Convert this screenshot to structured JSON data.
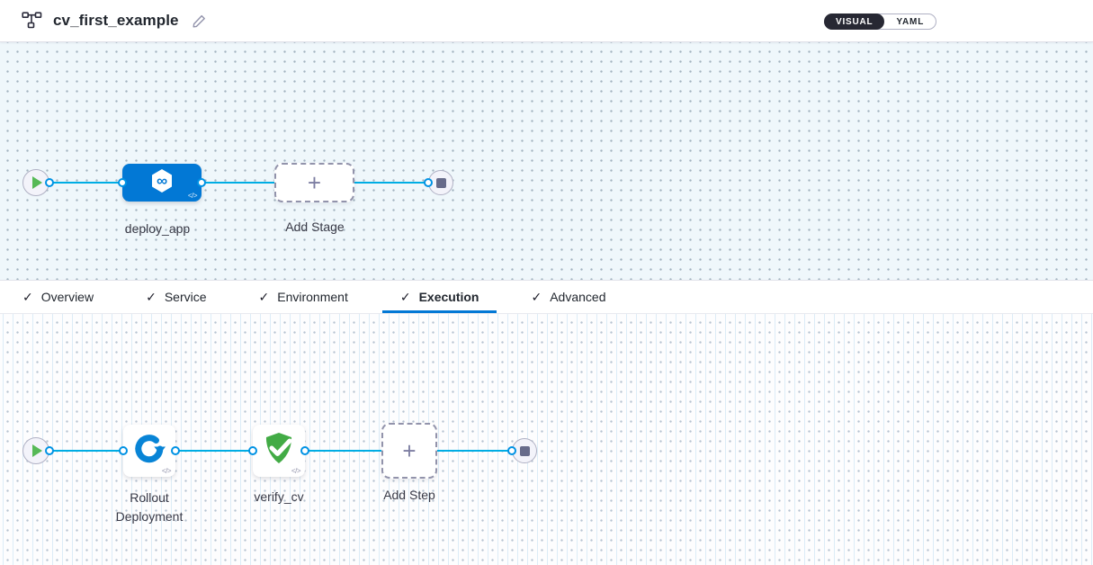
{
  "header": {
    "title": "cv_first_example",
    "icons": {
      "pipeline": "pipeline-flowchart-icon",
      "edit": "pencil-icon"
    },
    "mode_toggle": {
      "options": [
        "VISUAL",
        "YAML"
      ],
      "selected": "VISUAL"
    }
  },
  "tabs": [
    {
      "label": "Overview",
      "checked": true,
      "active": false
    },
    {
      "label": "Service",
      "checked": true,
      "active": false
    },
    {
      "label": "Environment",
      "checked": true,
      "active": false
    },
    {
      "label": "Execution",
      "checked": true,
      "active": true
    },
    {
      "label": "Advanced",
      "checked": true,
      "active": false
    }
  ],
  "stage_pipeline": {
    "nodes": [
      {
        "type": "start",
        "icon": "play-icon"
      },
      {
        "type": "stage",
        "label": "deploy_app",
        "icon": "cd-hexagon-infinity-icon",
        "has_code_badge": true
      },
      {
        "type": "add-stage",
        "label": "Add Stage",
        "icon": "plus-icon"
      },
      {
        "type": "end",
        "icon": "stop-icon"
      }
    ]
  },
  "execution_pipeline": {
    "nodes": [
      {
        "type": "start",
        "icon": "play-icon"
      },
      {
        "type": "step",
        "label": "Rollout Deployment",
        "icon": "rollout-arrow-icon",
        "has_code_badge": true
      },
      {
        "type": "step",
        "label": "verify_cv",
        "icon": "shield-check-icon",
        "has_code_badge": true
      },
      {
        "type": "add-step",
        "label": "Add Step",
        "icon": "plus-icon"
      },
      {
        "type": "end",
        "icon": "stop-icon"
      }
    ]
  },
  "glyphs": {
    "plus": "+",
    "check": "✓",
    "code": "</>",
    "infinity": "∞"
  },
  "colors": {
    "stage_blue": "#0278d5",
    "edge_blue": "#00ade4",
    "connector_blue": "#0092e4",
    "success_green": "#42ab45",
    "play_green": "#56b956",
    "toggle_dark": "#272833",
    "tab_underline": "#0278d5",
    "canvas_top_bg": "#eff7fb",
    "canvas_bottom_bg": "#fdfdfe"
  }
}
